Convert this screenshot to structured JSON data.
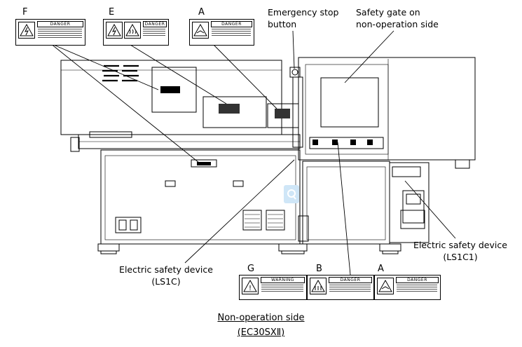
{
  "labels": {
    "emergency_stop": [
      "Emergency stop",
      "button"
    ],
    "safety_gate": [
      "Safety gate on",
      "non-operation side"
    ],
    "electric_safety_ls1c": [
      "Electric safety device",
      "(LS1C)"
    ],
    "electric_safety_ls1c1": [
      "Electric safety device",
      "(LS1C1)"
    ]
  },
  "warning_labels": {
    "F": {
      "letter": "F",
      "header": "DANGER"
    },
    "E": {
      "letter": "E",
      "header": "DANGER"
    },
    "A_top": {
      "letter": "A",
      "header": "DANGER"
    },
    "G": {
      "letter": "G",
      "header": "WARNING"
    },
    "B": {
      "letter": "B",
      "header": "DANGER"
    },
    "A_bottom": {
      "letter": "A",
      "header": "DANGER"
    }
  },
  "caption": {
    "line1": "Non-operation side",
    "line2": "(EC30SXⅡ)"
  },
  "icons": [
    "electric-shock-icon",
    "hot-surface-icon",
    "crush-hazard-icon",
    "qr-code-icon"
  ]
}
